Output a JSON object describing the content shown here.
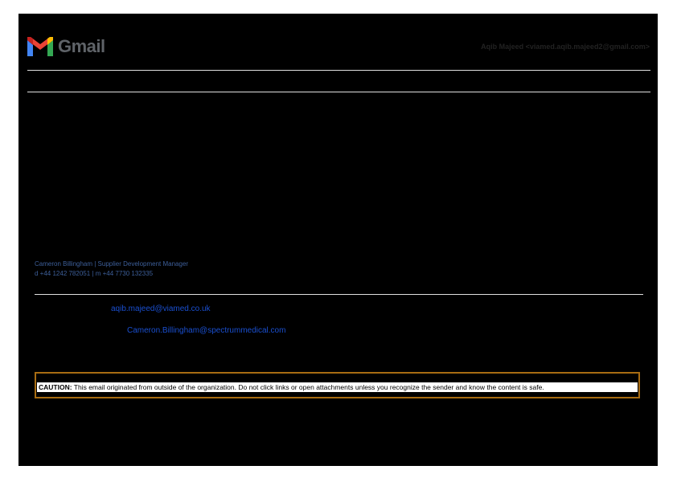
{
  "header": {
    "logo_text": "Gmail",
    "account": "Aqib Majeed <viamed.aqib.majeed2@gmail.com>"
  },
  "signature": {
    "line1": "Cameron Billingham | Supplier Development Manager",
    "line2": "d +44 1242 782051 | m +44 7730 132335"
  },
  "links": {
    "to": "aqib.majeed@viamed.co.uk",
    "from": "Cameron.Billingham@spectrummedical.com"
  },
  "caution": {
    "label": "CAUTION:",
    "text": " This email originated from outside of the organization. Do not click links or open attachments unless you recognize the sender and know the content is safe."
  }
}
